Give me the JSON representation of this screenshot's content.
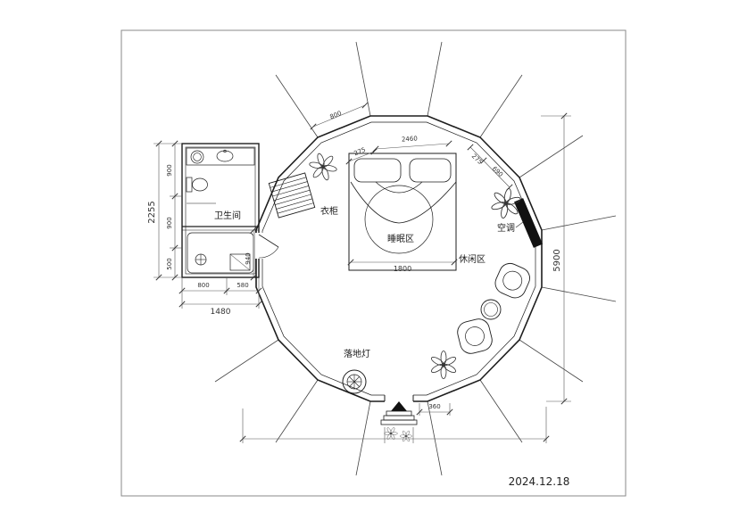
{
  "sheet": {
    "date": "2024.12.18"
  },
  "rooms": {
    "bathroom": "卫生间",
    "wardrobe": "衣柜",
    "sleeping": "睡眠区",
    "leisure": "休闲区",
    "ac": "空调",
    "lamp": "落地灯"
  },
  "dims": {
    "left_total": "2255",
    "left_seg1": "900",
    "left_seg2": "900",
    "left_seg3": "500",
    "bath_w1": "800",
    "bath_w2": "580",
    "bath_w_total": "1480",
    "bath_h_lower": "940",
    "right_total": "5900",
    "bed_width": "1800",
    "entry_width": "360",
    "top_edge": "800",
    "top_seg_a": "275",
    "top_total": "2460",
    "top_seg_b": "275",
    "top_seg_c": "690"
  }
}
